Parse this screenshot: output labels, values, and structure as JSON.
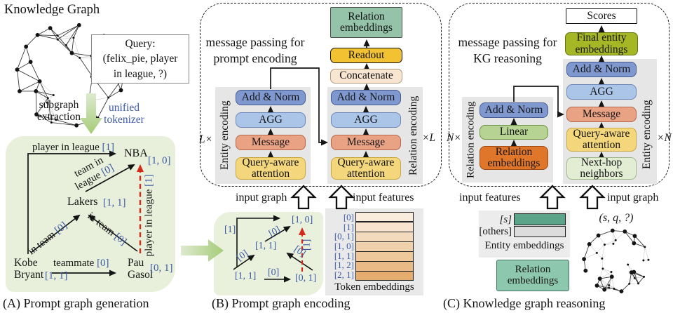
{
  "colors": {
    "accent_blue_text": "#3c5aa6",
    "red_arrow": "#d42a1a",
    "panel_green_bg": "#e8efda",
    "gray_panel": "#e6e6e6",
    "add_norm_blue": "#8098d0",
    "agg_blue": "#abc5e8",
    "message_salmon": "#eaa284",
    "attention_yellow": "#f4d77d",
    "linear_green": "#b6d394",
    "next_hop_green": "#e3edd3",
    "relation_orange": "#e0762a",
    "relation_teal": "#95c3aa",
    "readout_gold": "#f2c233",
    "concatenate_peach": "#f9e6d2",
    "final_entity_olive": "#a5b725",
    "entity_s_bar": "#5ba389",
    "entity_others_bar": "#dcdcdc",
    "green_arrow": "#bcd795"
  },
  "header": {
    "kg_title": "Knowledge Graph"
  },
  "query_box": {
    "line1": "Query:",
    "line2": "(felix_pie, player",
    "line3": "in league, ?)"
  },
  "flow_labels": {
    "subgraph_extraction": "subgraph extraction",
    "unified_tokenizer": "unified tokenizer"
  },
  "panelA": {
    "caption": "(A) Prompt graph generation",
    "nodes": {
      "nba": {
        "name": "NBA",
        "tag": "[1, 0]"
      },
      "lakers": {
        "name": "Lakers",
        "tag": "[1, 1]"
      },
      "kobe": {
        "name": "Kobe Bryant",
        "tag": "[1, 1]"
      },
      "pau": {
        "name": "Pau Gasol",
        "tag": "[0, 1]"
      }
    },
    "edges": {
      "player_in_league_top": {
        "text": "player in league",
        "tag": "[1]"
      },
      "team_in_league": {
        "text": "team in league",
        "tag": "[0]"
      },
      "in_team_left": {
        "text": "in team",
        "tag": "[0]"
      },
      "in_team_right": {
        "text": "in team",
        "tag": "[0]"
      },
      "teammate": {
        "text": "teammate",
        "tag": "[0]"
      },
      "player_in_league_query": {
        "text": "player in league",
        "tag": "[1]"
      }
    }
  },
  "panelB": {
    "caption": "(B) Prompt graph encoding",
    "title_line1": "message passing for",
    "title_line2": "prompt encoding",
    "relation_embeddings": "Relation embeddings",
    "readout": "Readout",
    "concatenate": "Concatenate",
    "entity_column": {
      "label": "Entity encoding",
      "mult": "L×",
      "blocks": [
        "Add & Norm",
        "AGG",
        "Message",
        "Query-aware attention"
      ]
    },
    "relation_column": {
      "label": "Relation encoding",
      "mult": "×L",
      "blocks": [
        "Add & Norm",
        "AGG",
        "Message",
        "Query-aware attention"
      ]
    },
    "input_graph": "input graph",
    "input_features": "input features",
    "mini_graph": {
      "node_tags": [
        "[1, 0]",
        "[1, 1]",
        "[1, 1]",
        "[0, 1]"
      ],
      "edge_tags": [
        "[1]",
        "[0]",
        "[0]",
        "[0]",
        "[0]",
        "[1]"
      ]
    },
    "token_embeddings": {
      "caption": "Token embeddings",
      "row_labels": [
        "[0]",
        "[1]",
        "[0, 1]",
        "[1, 0]",
        "[1, 1]",
        "[1, 2]",
        "[2, 1]"
      ],
      "row_colors": [
        "#f9ecdd",
        "#f7e3ce",
        "#f4dabd",
        "#f1d0ac",
        "#eec79b",
        "#eaba86",
        "#e5ac70"
      ]
    }
  },
  "panelC": {
    "caption": "(C) Knowledge graph reasoning",
    "title_line1": "message passing for",
    "title_line2": "KG reasoning",
    "scores": "Scores",
    "final_entity_embeddings": "Final entity embeddings",
    "entity_column": {
      "label": "Entity encoding",
      "mult": "×N",
      "blocks": [
        "Add & Norm",
        "AGG",
        "Message",
        "Query-aware attention",
        "Next-hop neighbors"
      ]
    },
    "relation_column": {
      "label": "Relation encoding",
      "mult": "N×",
      "blocks": [
        "Add & Norm",
        "Linear",
        "Relation embeddings"
      ]
    },
    "input_features": "input features",
    "input_graph": "input graph",
    "entity_embeddings": {
      "caption": "Entity embeddings",
      "rows": [
        {
          "label": "[s]",
          "color": "#5ba389"
        },
        {
          "label": "[others]",
          "color": "#dcdcdc"
        }
      ]
    },
    "relation_embeddings_box": "Relation embeddings",
    "query_tuple": "(s, q, ?)"
  }
}
